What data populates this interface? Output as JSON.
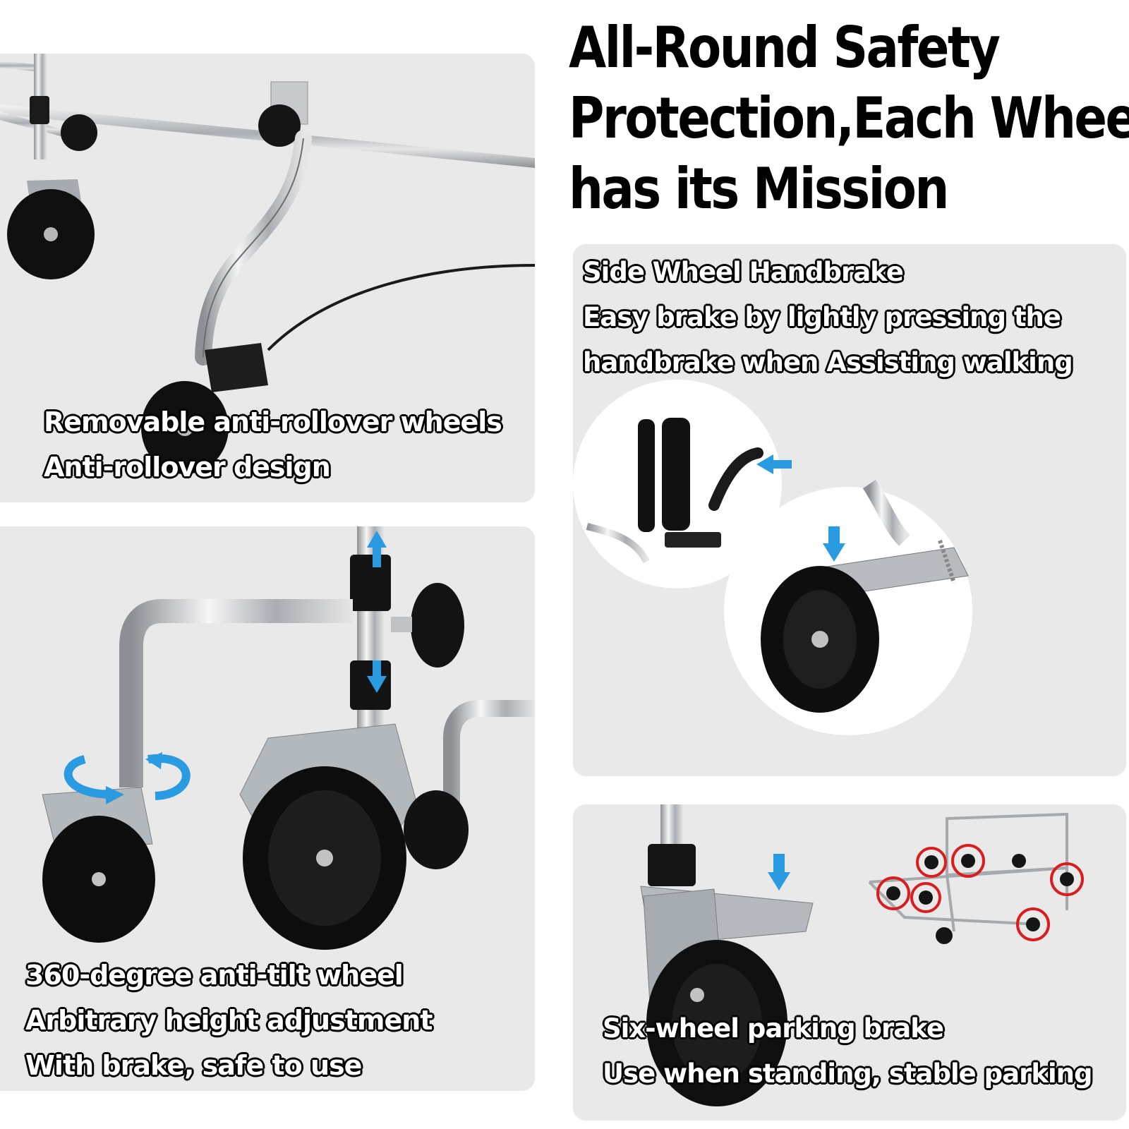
{
  "headline": {
    "line1": "All-Round Safety",
    "line2": "Protection,Each Wheel",
    "line3": "has its Mission"
  },
  "panels": {
    "top_left": {
      "line1": "Removable anti-rollover wheels",
      "line2": "Anti-rollover design"
    },
    "bottom_left": {
      "line1": "360-degree anti-tilt wheel",
      "line2": "Arbitrary height adjustment",
      "line3": "With brake, safe to use"
    },
    "middle_right": {
      "line1": "Side Wheel Handbrake",
      "line2": "Easy brake by lightly pressing the",
      "line3": "handbrake when Assisting walking"
    },
    "bottom_right": {
      "line1": "Six-wheel parking brake",
      "line2": "Use when standing, stable parking"
    }
  },
  "colors": {
    "panel_bg": "#e9e9e9",
    "arrow_blue": "#2a9be0",
    "highlight_red": "#d81e1e",
    "chrome": "#b8bcc0",
    "rubber": "#111111"
  },
  "icons": [
    "arrow-up-icon",
    "arrow-down-icon",
    "rotate-arrows-icon",
    "arrow-left-icon",
    "red-circle-highlight-icon"
  ]
}
